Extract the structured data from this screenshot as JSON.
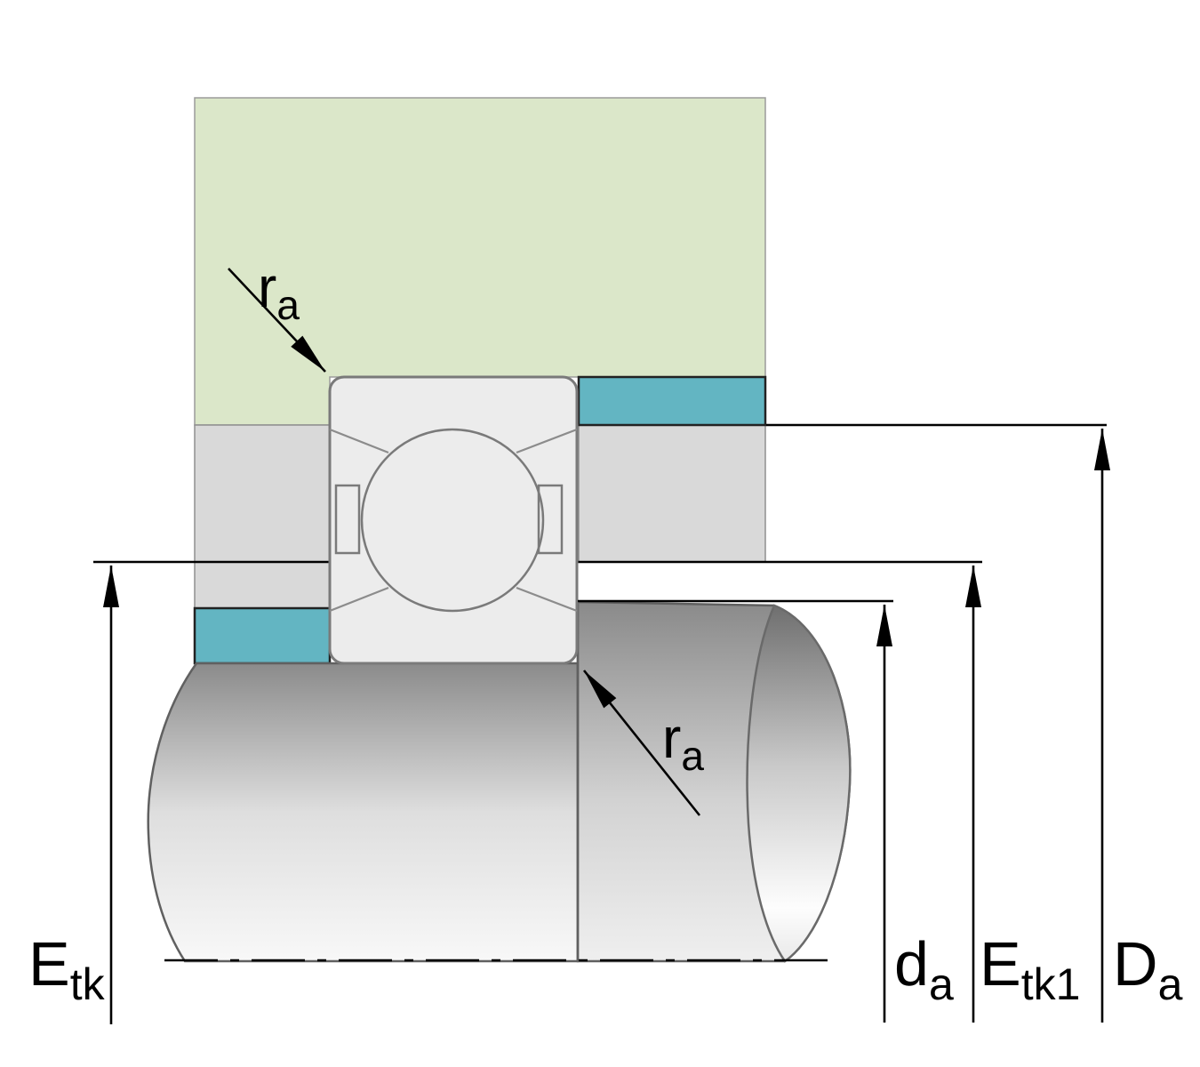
{
  "diagram": {
    "type": "technical-drawing",
    "description": "Bearing mounting dimensions cross-section with housing, spacer rings, deep groove ball bearing and shaft shoulder",
    "colors": {
      "background": "#ffffff",
      "housing": "#dbe7c9",
      "spacer": "#63b5c2",
      "housing_bore": "#d9d9d9",
      "bearing": "#ececec",
      "bearing_outline": "#7a7a7a",
      "dimension_line": "#000000"
    },
    "labels": {
      "ra_top": {
        "main": "r",
        "sub": "a"
      },
      "ra_mid": {
        "main": "r",
        "sub": "a"
      },
      "etk": {
        "main": "E",
        "sub": "tk"
      },
      "da": {
        "main": "d",
        "sub": "a"
      },
      "etk1": {
        "main": "E",
        "sub": "tk1"
      },
      "Da": {
        "main": "D",
        "sub": "a"
      }
    }
  }
}
